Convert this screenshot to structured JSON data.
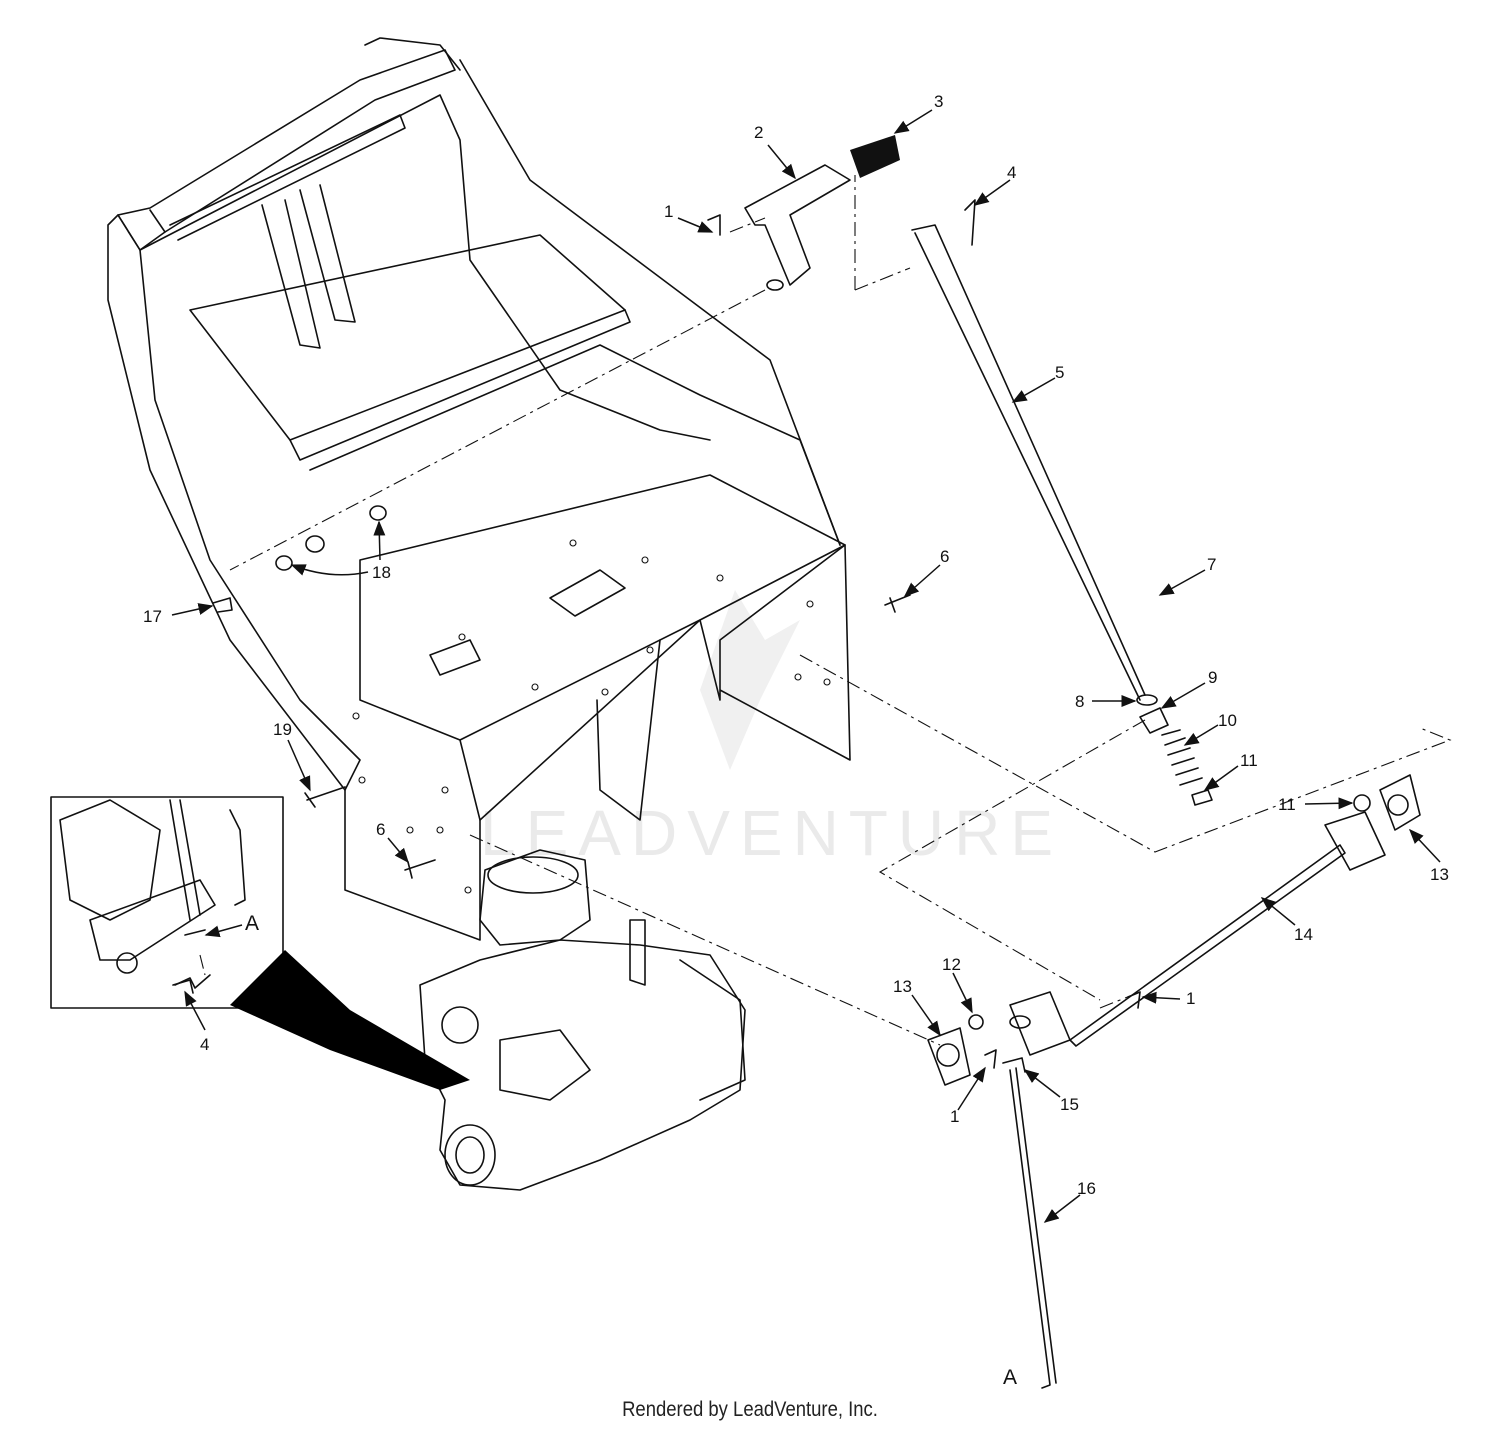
{
  "callouts": [
    {
      "id": "1",
      "label": "1"
    },
    {
      "id": "2",
      "label": "2"
    },
    {
      "id": "3",
      "label": "3"
    },
    {
      "id": "4",
      "label": "4"
    },
    {
      "id": "5",
      "label": "5"
    },
    {
      "id": "6",
      "label": "6"
    },
    {
      "id": "7",
      "label": "7"
    },
    {
      "id": "8",
      "label": "8"
    },
    {
      "id": "9",
      "label": "9"
    },
    {
      "id": "10",
      "label": "10"
    },
    {
      "id": "11",
      "label": "11"
    },
    {
      "id": "12",
      "label": "12"
    },
    {
      "id": "13",
      "label": "13"
    },
    {
      "id": "14",
      "label": "14"
    },
    {
      "id": "15",
      "label": "15"
    },
    {
      "id": "16",
      "label": "16"
    },
    {
      "id": "17",
      "label": "17"
    },
    {
      "id": "18",
      "label": "18"
    },
    {
      "id": "19",
      "label": "19"
    }
  ],
  "reference_mark": "A",
  "watermark": "LEADVENTURE",
  "footer": "Rendered by LeadVenture, Inc."
}
